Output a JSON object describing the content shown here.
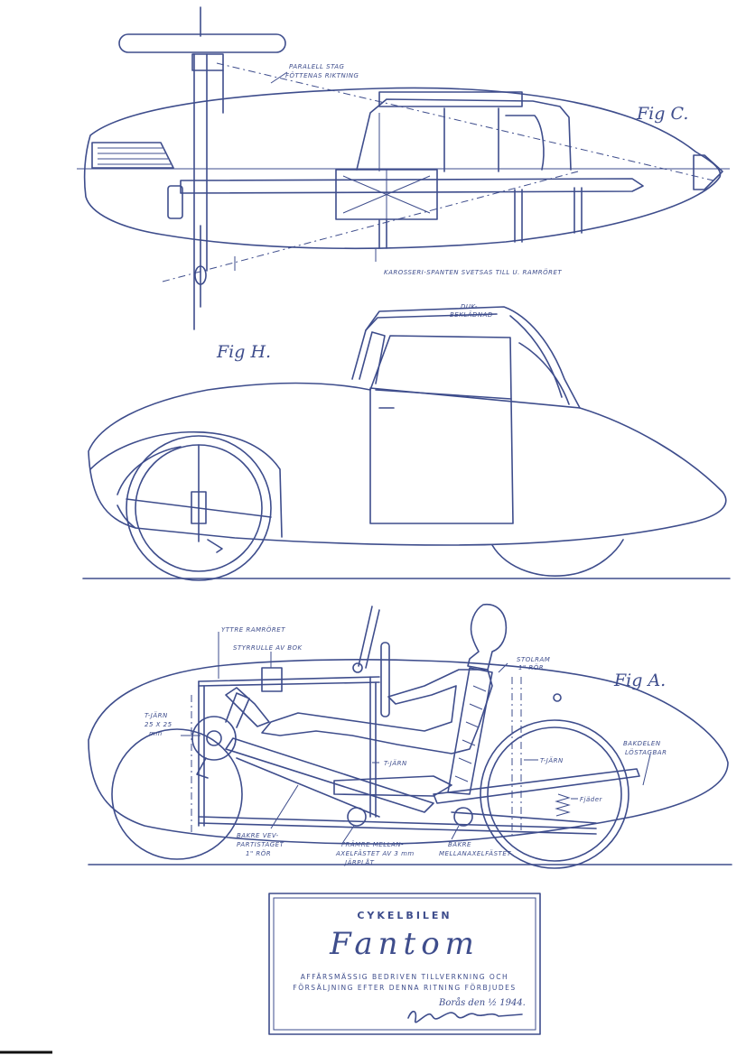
{
  "figures": {
    "fig_c": {
      "title": "Fig C.",
      "labels": {
        "paralell_stag": "PARALELL STAG",
        "fotternas_riktning": "FÖTTENAS RIKTNING",
        "karosseri": "KAROSSERI-SPANTEN SVETSAS TILL U. RAMRÖRET"
      }
    },
    "fig_h": {
      "title": "Fig H.",
      "labels": {
        "duk_1": "DUK-",
        "duk_2": "BEKLÄDNAD"
      }
    },
    "fig_a": {
      "title": "Fig A.",
      "labels": {
        "yttre_ramroret": "YTTRE RAMRÖRET",
        "styrrulle": "STYRRULLE AV BOK",
        "stolram_1": "STOLRAM",
        "stolram_2": "1\" RÖR",
        "t_jarn_dim_1": "T-JÄRN",
        "t_jarn_dim_2": "25 X 25",
        "t_jarn_dim_3": "mm",
        "t_jarn_mid": "T-JÄRN",
        "t_jarn_right": "T-JÄRN",
        "bakdelen_1": "BAKDELEN",
        "bakdelen_2": "LÖSTAGBAR",
        "fjader": "Fjäder",
        "bakre_vev_1": "BAKRE VEV-",
        "bakre_vev_2": "PARTISTAGET",
        "bakre_vev_3": "1\" RÖR",
        "framre_1": "FRÄMRE MELLAN-",
        "framre_2": "AXELFÄSTET AV 3 mm",
        "framre_3": "JÄRPLÅT",
        "bakre_mellan_1": "BAKRE",
        "bakre_mellan_2": "MELLANAXELFÄSTET"
      }
    }
  },
  "title_block": {
    "heading": "CYKELBILEN",
    "title": "Fantom",
    "notice_line1": "AFFÄRSMÄSSIG BEDRIVEN TILLVERKNING OCH",
    "notice_line2": "FÖRSÄLJNING EFTER DENNA RITNING FÖRBJUDES",
    "date": "Borås den ½ 1944.",
    "signature": "Knut Andersson"
  },
  "colors": {
    "ink": "#3e4d8c",
    "paper": "#ffffff"
  }
}
